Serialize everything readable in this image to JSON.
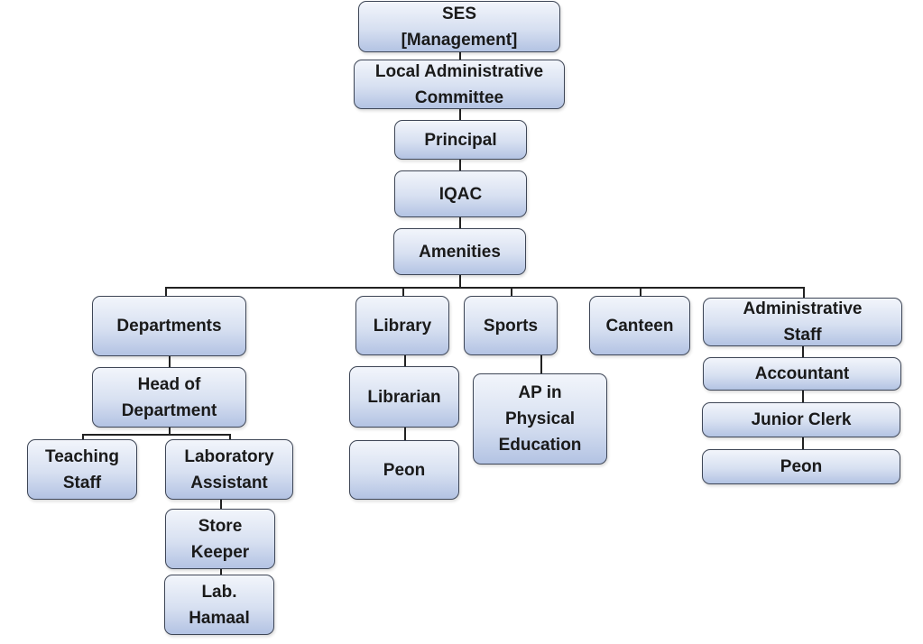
{
  "chart": {
    "ses": "SES\n[Management]",
    "lac": "Local Administrative\nCommittee",
    "principal": "Principal",
    "iqac": "IQAC",
    "amenities": "Amenities",
    "departments": "Departments",
    "hod": "Head of\nDepartment",
    "teaching": "Teaching\nStaff",
    "lab_assistant": "Laboratory\nAssistant",
    "store_keeper": "Store\nKeeper",
    "lab_hamaal": "Lab.\nHamaal",
    "library": "Library",
    "librarian": "Librarian",
    "library_peon": "Peon",
    "sports": "Sports",
    "ap_pe": "AP in\nPhysical\nEducation",
    "canteen": "Canteen",
    "admin_staff": "Administrative\nStaff",
    "accountant": "Accountant",
    "junior_clerk": "Junior Clerk",
    "admin_peon": "Peon"
  }
}
